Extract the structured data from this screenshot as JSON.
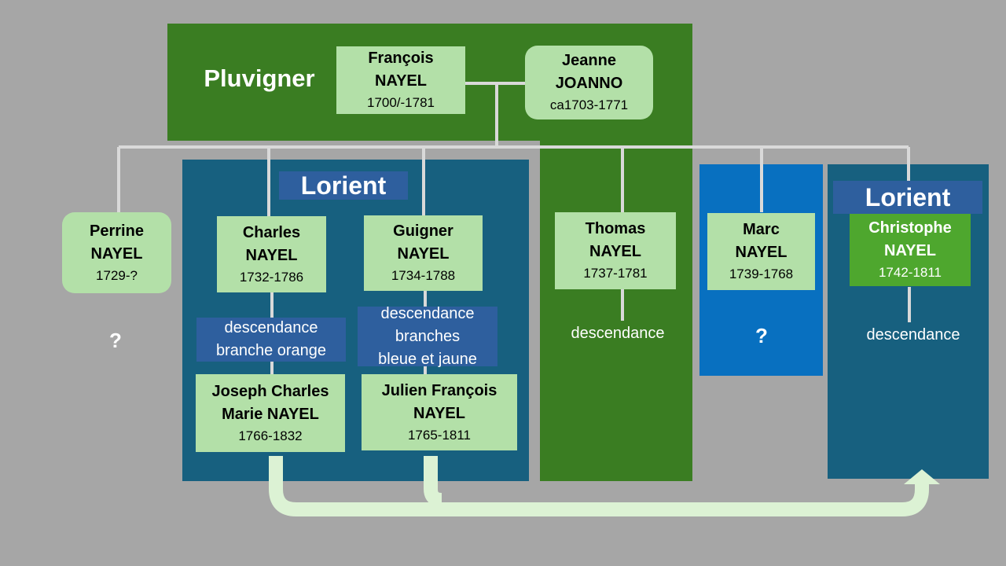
{
  "places": {
    "pluvigner": "Pluvigner",
    "lorient_1": "Lorient",
    "lorient_2": "Lorient"
  },
  "parents": [
    {
      "name": "François\nNAYEL",
      "dates": "1700/-1781"
    },
    {
      "name": "Jeanne\nJOANNO",
      "dates": "ca1703-1771"
    }
  ],
  "children": [
    {
      "name": "Perrine\nNAYEL",
      "dates": "1729-?"
    },
    {
      "name": "Charles\nNAYEL",
      "dates": "1732-1786"
    },
    {
      "name": "Guigner\nNAYEL",
      "dates": "1734-1788"
    },
    {
      "name": "Thomas\nNAYEL",
      "dates": "1737-1781"
    },
    {
      "name": "Marc\nNAYEL",
      "dates": "1739-1768"
    },
    {
      "name": "Christophe\nNAYEL",
      "dates": "1742-1811"
    }
  ],
  "grandchildren": [
    {
      "name": "Joseph Charles\nMarie NAYEL",
      "dates": "1766-1832"
    },
    {
      "name": "Julien François\nNAYEL",
      "dates": "1765-1811"
    }
  ],
  "descendance": {
    "orange": "descendance\nbranche orange",
    "bleue_jaune": "descendance\nbranches\nbleue et jaune",
    "thomas": "descendance",
    "christophe": "descendance"
  },
  "unknown": {
    "perrine": "?",
    "marc": "?"
  },
  "colors": {
    "background": "#a6a6a6",
    "pluvigner_region": "#3a7d22",
    "lorient_region": "#17607f",
    "marc_region": "#0870c0",
    "card": "#b3e0a8",
    "christophe_card": "#4ea72e",
    "arrow": "#dcf2d4",
    "lines": "#d9d9d9"
  }
}
